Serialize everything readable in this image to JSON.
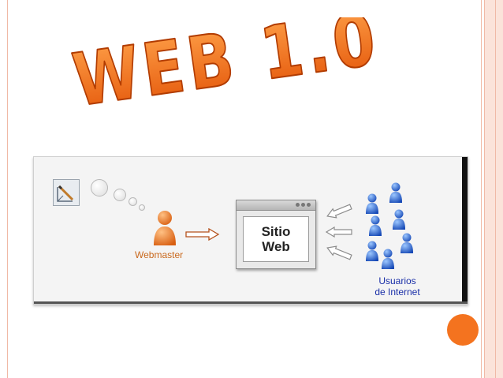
{
  "slide": {
    "title": "WEB 1.0",
    "accent_color": "#f4731f",
    "title_gradient": [
      "#ffa24a",
      "#e35408"
    ]
  },
  "diagram": {
    "webmaster_label": "Webmaster",
    "site_lines": [
      "Sitio",
      "Web"
    ],
    "users_lines": [
      "Usuarios",
      "de Internet"
    ],
    "webmaster_color": "#e8761f",
    "user_color": "#1c5fc9",
    "icons": [
      "pencil-icon",
      "thought-bubble-icon",
      "webmaster-person-icon",
      "arrow-right-icon",
      "browser-window-icon",
      "arrow-left-icon",
      "user-person-icon"
    ]
  }
}
